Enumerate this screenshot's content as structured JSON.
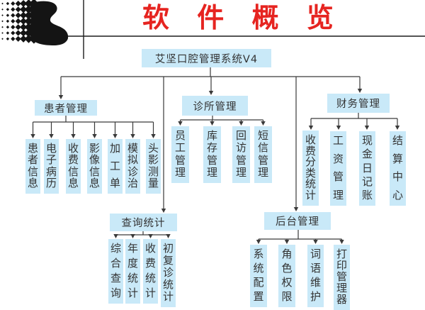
{
  "title": "软 件 概 览",
  "root": "艾坚口腔管理系统V4",
  "groups": {
    "patient": {
      "label": "患者管理",
      "children": [
        "患者信息",
        "电子病历",
        "收费信息",
        "影像信息",
        "加工单",
        "模拟诊治",
        "头影测量"
      ]
    },
    "clinic": {
      "label": "诊所管理",
      "children": [
        "员工管理",
        "库存管理",
        "回访管理",
        "短信管理"
      ]
    },
    "finance": {
      "label": "财务管理",
      "children": [
        "收费分类统计",
        "工资管理",
        "现金日记账",
        "结算中心"
      ]
    },
    "query": {
      "label": "查询统计",
      "children": [
        "综合查询",
        "年度统计",
        "收费统计",
        "初复诊统计"
      ]
    },
    "backend": {
      "label": "后台管理",
      "children": [
        "系统配置",
        "角色权限",
        "词语维护",
        "打印管理器"
      ]
    }
  },
  "colors": {
    "title_red": "#e62420",
    "node_fill": "#c9e9f8",
    "line": "#3a3a3a",
    "text": "#333333",
    "logo_black": "#141414"
  }
}
